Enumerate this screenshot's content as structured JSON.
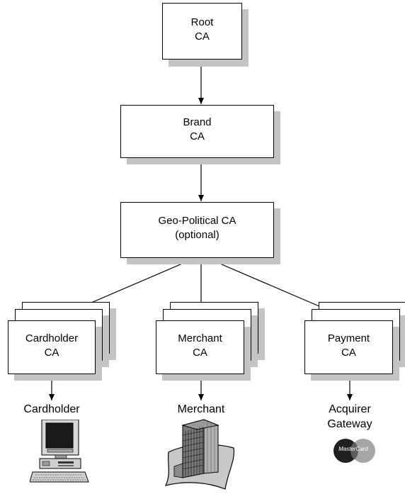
{
  "nodes": {
    "root": {
      "line1": "Root",
      "line2": "CA"
    },
    "brand": {
      "line1": "Brand",
      "line2": "CA"
    },
    "geo": {
      "line1": "Geo-Political CA",
      "line2": "(optional)"
    },
    "cardholder_ca": {
      "line1": "Cardholder",
      "line2": "CA"
    },
    "merchant_ca": {
      "line1": "Merchant",
      "line2": "CA"
    },
    "payment_ca": {
      "line1": "Payment",
      "line2": "CA"
    }
  },
  "endpoints": {
    "cardholder": {
      "label": "Cardholder"
    },
    "merchant": {
      "label": "Merchant"
    },
    "acquirer": {
      "line1": "Acquirer",
      "line2": "Gateway"
    }
  },
  "logo": {
    "text": "MasterCard"
  },
  "colors": {
    "shadow": "#c4c4c4",
    "line": "#000000"
  }
}
